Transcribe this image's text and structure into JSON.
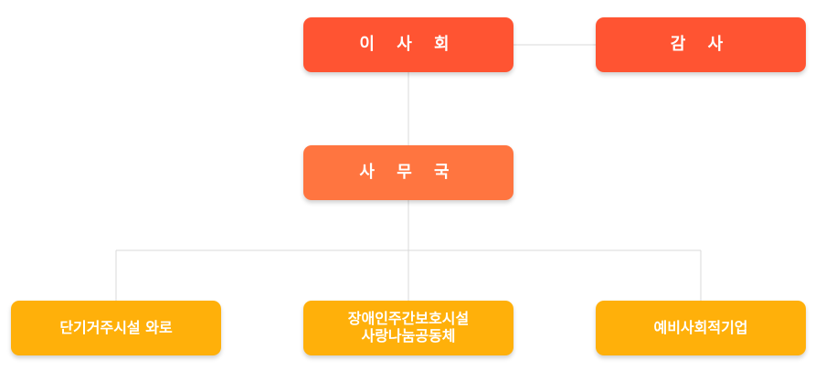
{
  "top": {
    "board": "이 사 회",
    "audit": "감 사"
  },
  "middle": {
    "office": "사 무 국"
  },
  "bottom": {
    "shelter": "단기거주시설 와로",
    "center_line1": "장애인주간보호시설",
    "center_line2": "사랑나눔공동체",
    "social": "예비사회적기업"
  },
  "colors": {
    "board": "#ff5432",
    "audit": "#ff5432",
    "office": "#ff7540",
    "bottom": "#ffb00a",
    "connector": "#d9d9d9"
  }
}
